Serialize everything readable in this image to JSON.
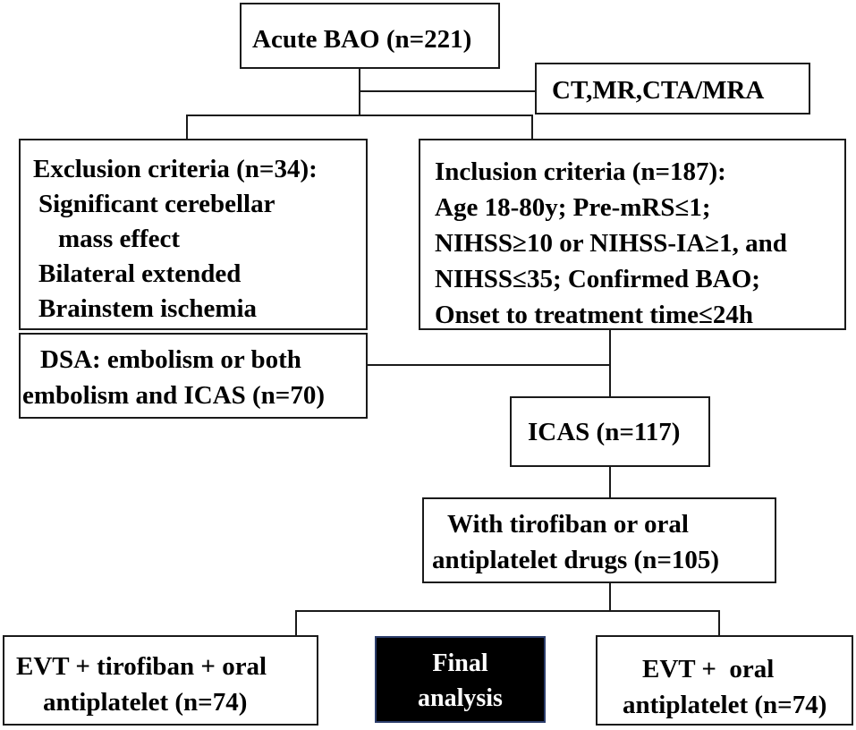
{
  "nodes": {
    "acute_bao": "Acute BAO (n=221)",
    "imaging": "CT,MR,CTA/MRA",
    "exclusion": {
      "title": "Exclusion criteria (n=34):",
      "lines": [
        "Significant cerebellar",
        "mass effect",
        "Bilateral extended",
        "Brainstem ischemia"
      ]
    },
    "inclusion": {
      "title": "Inclusion criteria (n=187):",
      "lines": [
        "Age 18-80y; Pre-mRS≤1;",
        "NIHSS≥10 or NIHSS-IA≥1, and",
        "NIHSS≤35; Confirmed BAO;",
        "Onset to treatment time≤24h"
      ]
    },
    "dsa": [
      "DSA: embolism or both",
      "embolism and ICAS (n=70)"
    ],
    "icas": "ICAS (n=117)",
    "tirofiban_oral": [
      "With tirofiban or oral",
      "antiplatelet drugs (n=105)"
    ],
    "evt_tirofiban": [
      "EVT + tirofiban + oral",
      "antiplatelet (n=74)"
    ],
    "final_analysis": [
      "Final",
      "analysis"
    ],
    "evt_oral": [
      "EVT +  oral",
      "antiplatelet (n=74)"
    ]
  }
}
